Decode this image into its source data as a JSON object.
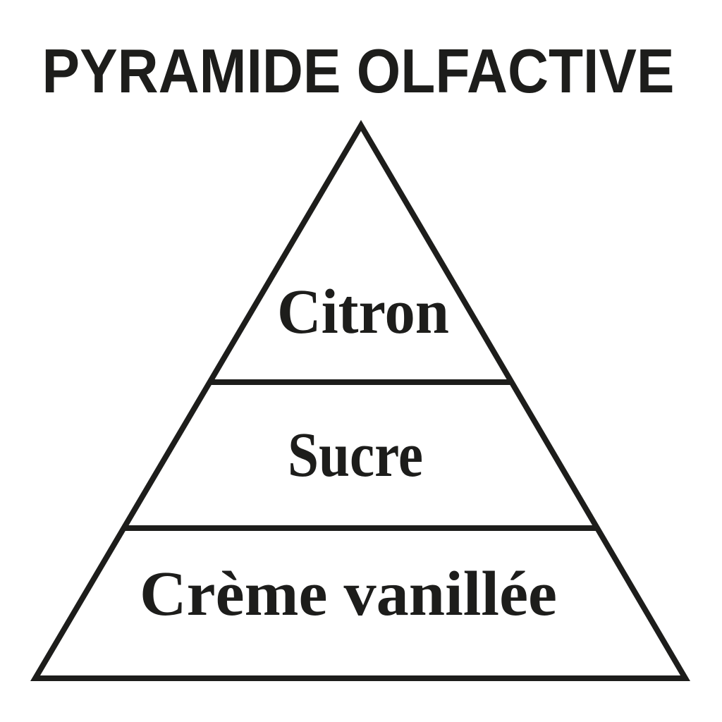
{
  "title": "PYRAMIDE OLFACTIVE",
  "diagram": {
    "type": "pyramid",
    "tier_count": 3,
    "tiers": [
      {
        "label": "Citron",
        "position": "top"
      },
      {
        "label": "Sucre",
        "position": "middle"
      },
      {
        "label": "Crème vanillée",
        "position": "bottom"
      }
    ]
  },
  "colors": {
    "ink": "#1d1d1b",
    "background": "#ffffff"
  }
}
